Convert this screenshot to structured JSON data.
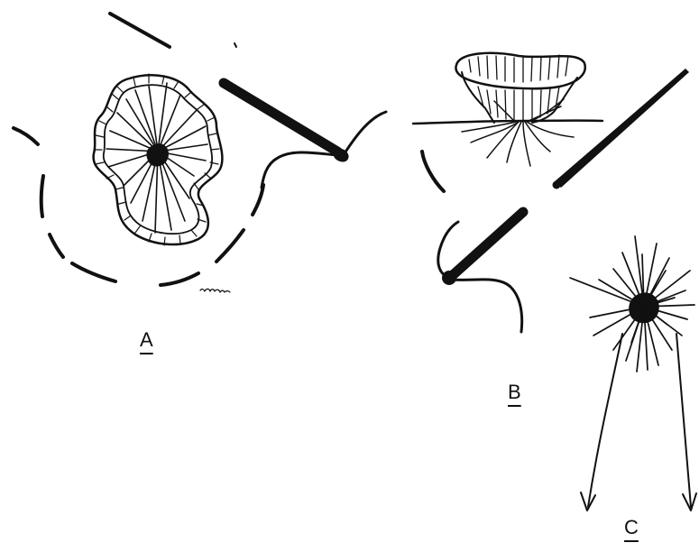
{
  "figure": {
    "labels": {
      "a": "A",
      "b": "B",
      "c": "C"
    },
    "ink_color": "#111111",
    "background_color": "#ffffff"
  }
}
